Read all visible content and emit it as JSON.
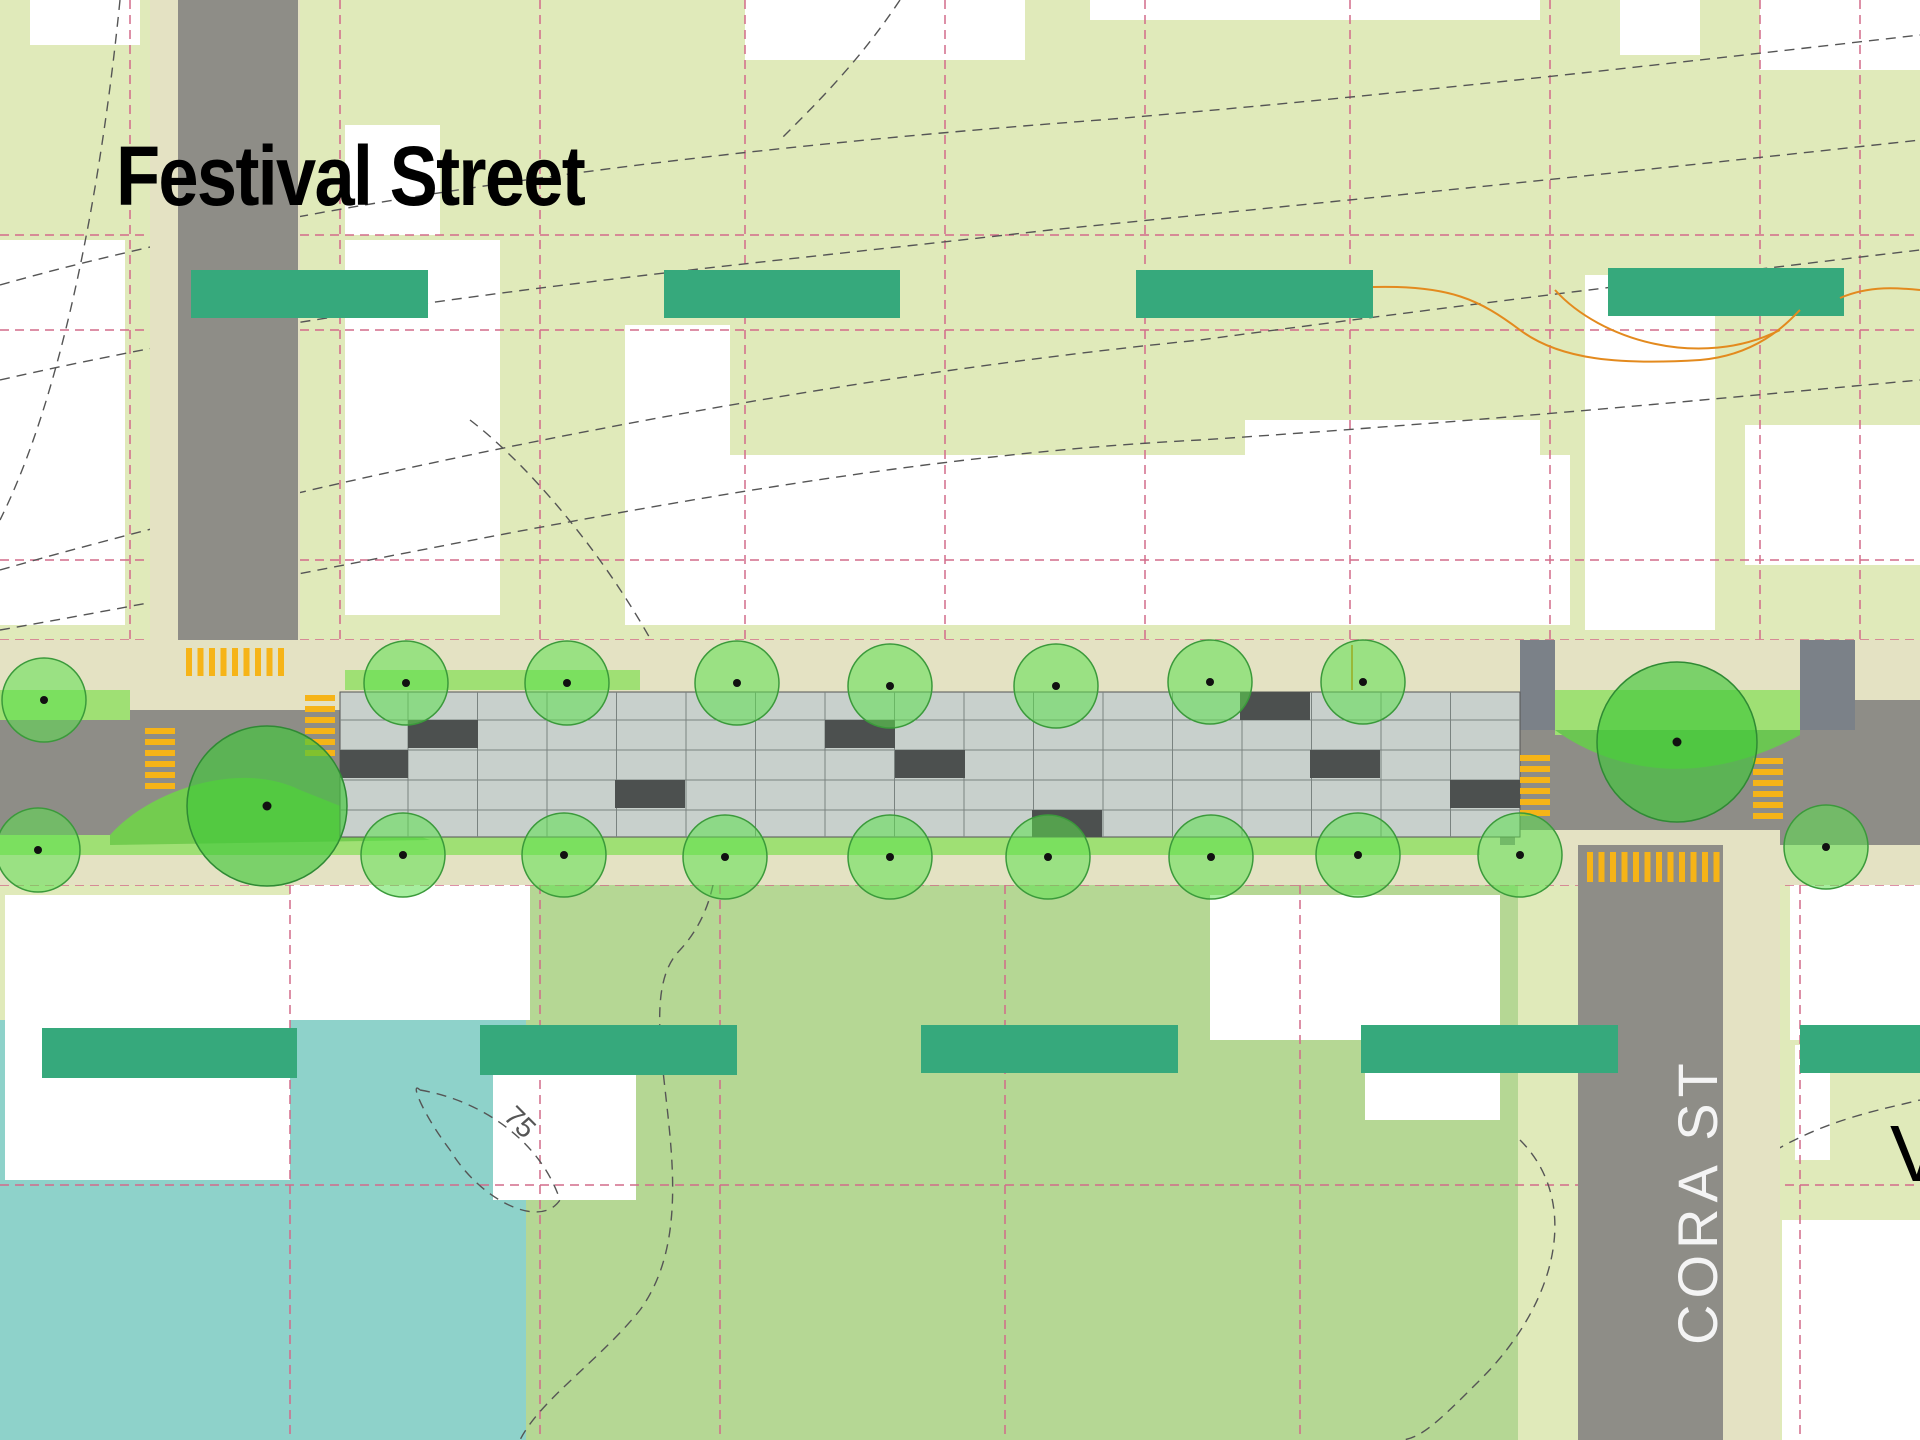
{
  "title": "Festival Street",
  "street_label": "CORA ST",
  "contour_label": "75",
  "edge_glyph": "V",
  "colors": {
    "background": "#e0eaba",
    "building": "#ffffff",
    "park": "#b5d794",
    "water": "#8ed2ca",
    "road": "#8e8d87",
    "sidewalk": "#e4e2c3",
    "plaza": "#c8d0cc",
    "plaza_dark": "#4c504f",
    "tree": "#5ce04f",
    "bus_stop": "#36a97c",
    "crosswalk": "#f6b417",
    "parcel_line": "#d26b8a",
    "contour": "#555555",
    "utility": "#e38a1e"
  }
}
